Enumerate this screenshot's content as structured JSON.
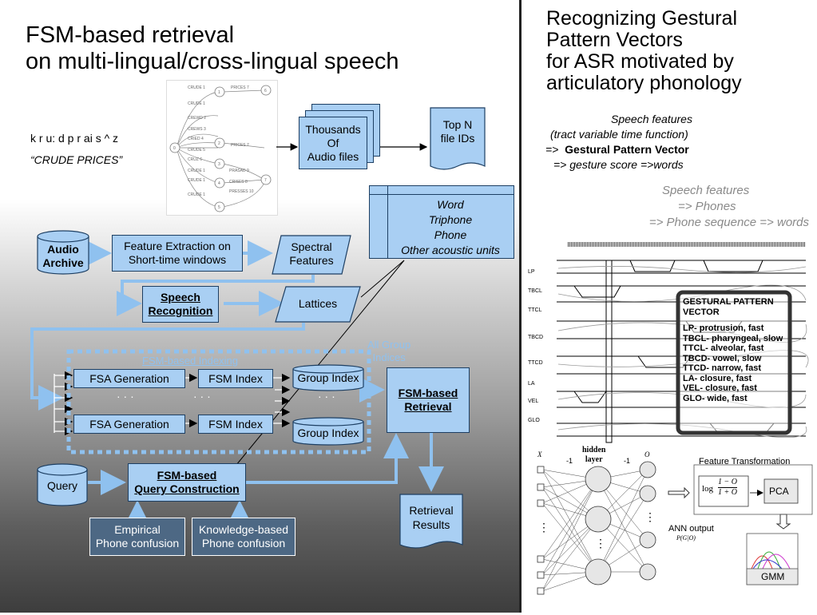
{
  "left": {
    "title_line1": "FSM-based retrieval",
    "title_line2": "on multi-lingual/cross-lingual speech",
    "phonetic": "k r u: d p r ai s ^ z",
    "phrase": "“CRUDE PRICES”",
    "lattice_labels": [
      "CRUDE 1",
      "PRICES 7",
      "CRUDE 1",
      "CREWD 2",
      "CREWS 3",
      "CRIED 4",
      "CRUDE 5",
      "CRUZ 6",
      "PRICES 7",
      "CRUDE 1",
      "PRASAD 9",
      "CRUDE 1",
      "CRISES 8",
      "PRESSES 10",
      "CRUDE 1"
    ],
    "node_labels": [
      "0",
      "1",
      "2",
      "3",
      "4",
      "5",
      "6",
      "7"
    ],
    "thousands": "Thousands",
    "of": "Of",
    "audio_files": "Audio files",
    "topn_line1": "Top N",
    "topn_line2": "file IDs",
    "units": [
      "Word",
      "Triphone",
      "Phone",
      "Other acoustic units"
    ],
    "audio_archive_line1": "Audio",
    "audio_archive_line2": "Archive",
    "feature_extraction_line1": "Feature Extraction on",
    "feature_extraction_line2": "Short-time windows",
    "spectral_line1": "Spectral",
    "spectral_line2": "Features",
    "speech_rec_line1": "Speech",
    "speech_rec_line2": "Recognition",
    "lattices": "Lattices",
    "fsm_indexing": "FSM-based Indexing",
    "all_group_line1": "All Group",
    "all_group_line2": "Indices",
    "fsa_generation": "FSA Generation",
    "fsm_index": "FSM Index",
    "group_index": "Group Index",
    "dots": "· · ·",
    "fsm_retrieval_line1": "FSM-based",
    "fsm_retrieval_line2": "Retrieval",
    "query": "Query",
    "query_construction_line1": "FSM-based",
    "query_construction_line2": "Query Construction",
    "retrieval_results_line1": "Retrieval",
    "retrieval_results_line2": "Results",
    "empirical_line1": "Empirical",
    "empirical_line2": "Phone confusion",
    "knowledge_line1": "Knowledge-based",
    "knowledge_line2": "Phone confusion"
  },
  "right": {
    "title_lines": [
      "Recognizing Gestural",
      "Pattern Vectors",
      "for ASR motivated by",
      "articulatory phonology"
    ],
    "sf1_line1": "Speech features",
    "sf1_line2": "(tract variable time function)",
    "sf1_line3_prefix": "=>",
    "sf1_line3_bold": "Gestural Pattern Vector",
    "sf1_line4": "=> gesture score  =>words",
    "sf2_line1": "Speech features",
    "sf2_line2": "=>  Phones",
    "sf2_line3": "=> Phone sequence => words",
    "tract_labels": [
      "LP",
      "TBCL",
      "TTCL",
      "TBCD",
      "TTCD",
      "LA",
      "VEL",
      "GLO"
    ],
    "gpv_title_line1": "GESTURAL PATTERN",
    "gpv_title_line2": "VECTOR",
    "gpv_items": [
      "LP- protrusion, fast",
      "TBCL- pharyngeal, slow",
      "TTCL- alveolar, fast",
      "TBCD- vowel, slow",
      "TTCD- narrow, fast",
      "LA- closure, fast",
      "VEL- closure, fast",
      "GLO- wide, fast"
    ],
    "ann_x": "X",
    "ann_minus1a": "-1",
    "ann_hidden_line1": "hidden",
    "ann_hidden_line2": "layer",
    "ann_minus1b": "-1",
    "ann_o": "O",
    "feature_transformation": "Feature Transformation",
    "log_expr": "log",
    "frac_num": "1 − O",
    "frac_den": "1 + O",
    "pca": "PCA",
    "ann_output": "ANN output",
    "ann_output_expr": "P(G|O)",
    "gmm": "GMM"
  }
}
